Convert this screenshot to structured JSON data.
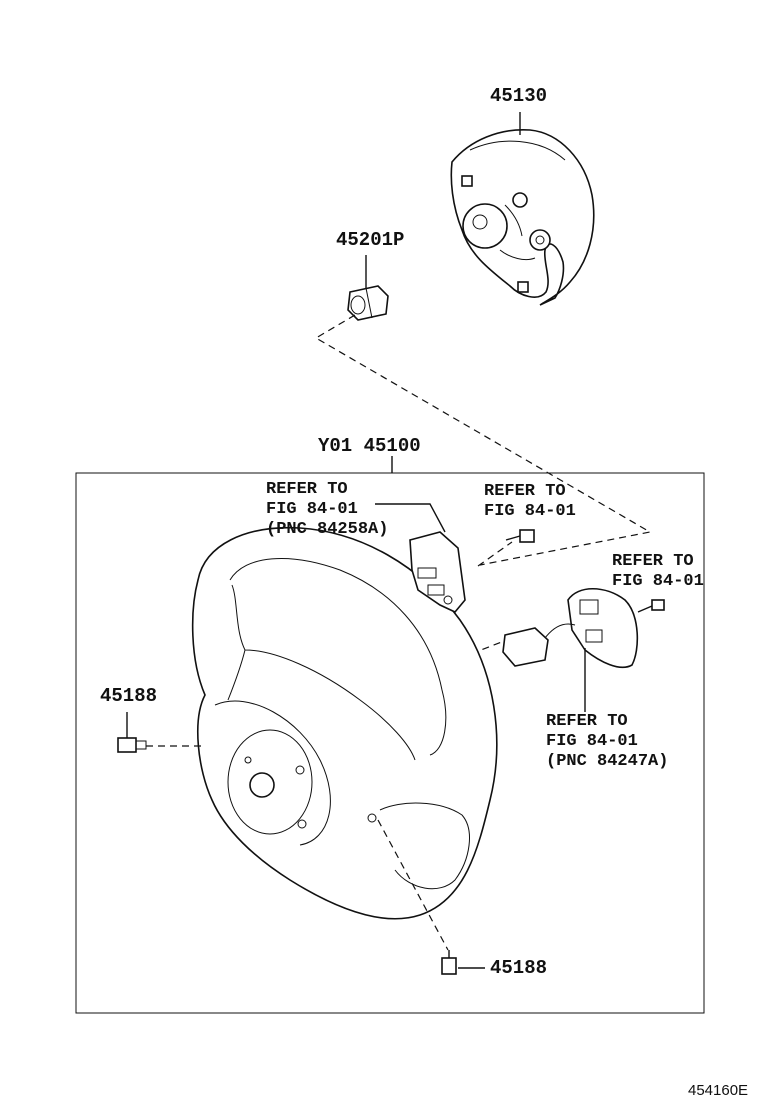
{
  "parts": {
    "horn_pad": "45130",
    "nut": "45201P",
    "wheel_assy": "Y01 45100",
    "screw_left": "45188",
    "screw_bottom": "45188"
  },
  "notes": {
    "ref1": [
      "REFER TO",
      "FIG 84-01",
      "(PNC 84258A)"
    ],
    "ref2": [
      "REFER TO",
      "FIG 84-01"
    ],
    "ref3": [
      "REFER TO",
      "FIG 84-01"
    ],
    "ref4": [
      "REFER TO",
      "FIG 84-01",
      "(PNC 84247A)"
    ]
  },
  "figure_code": "454160E",
  "icons": [
    "steering-wheel",
    "horn-pad-airbag",
    "nut",
    "screw",
    "switch-assembly"
  ]
}
